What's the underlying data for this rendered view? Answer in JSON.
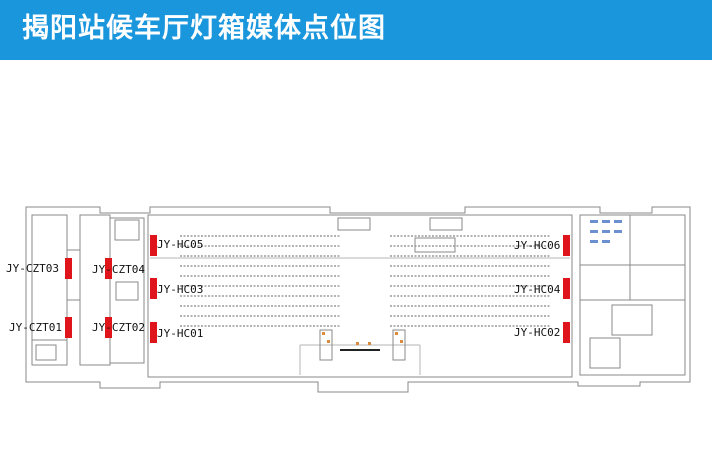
{
  "header": {
    "title": "揭阳站候车厅灯箱媒体点位图"
  },
  "colors": {
    "header_bg": "#1a96dc",
    "marker": "#e0151b",
    "plan_line": "#888888"
  },
  "points": {
    "czt03": "JY-CZT03",
    "czt04": "JY-CZT04",
    "czt01": "JY-CZT01",
    "czt02": "JY-CZT02",
    "hc05": "JY-HC05",
    "hc03": "JY-HC03",
    "hc01": "JY-HC01",
    "hc06": "JY-HC06",
    "hc04": "JY-HC04",
    "hc02": "JY-HC02"
  }
}
